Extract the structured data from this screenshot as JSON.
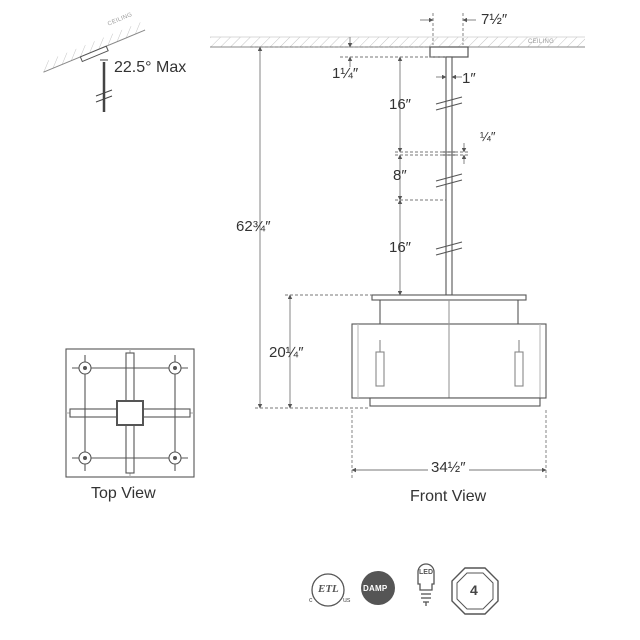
{
  "ceiling_label": "CEILING",
  "slope_label": "22.5° Max",
  "dimensions": {
    "canopy_width": "7½″",
    "canopy_height": "1¼″",
    "stem_diameter": "1″",
    "stem_1": "16″",
    "stem_gap": "¼″",
    "stem_2": "8″",
    "stem_3": "16″",
    "overall_height": "62¾″",
    "shade_height": "20¼″",
    "width": "34½″"
  },
  "captions": {
    "top_view": "Top View",
    "front_view": "Front View"
  },
  "certifications": {
    "etl_letters": "ETL",
    "etl_c": "c",
    "etl_us": "us",
    "damp": "DAMP",
    "led": "LED",
    "bulb_count": "4"
  }
}
